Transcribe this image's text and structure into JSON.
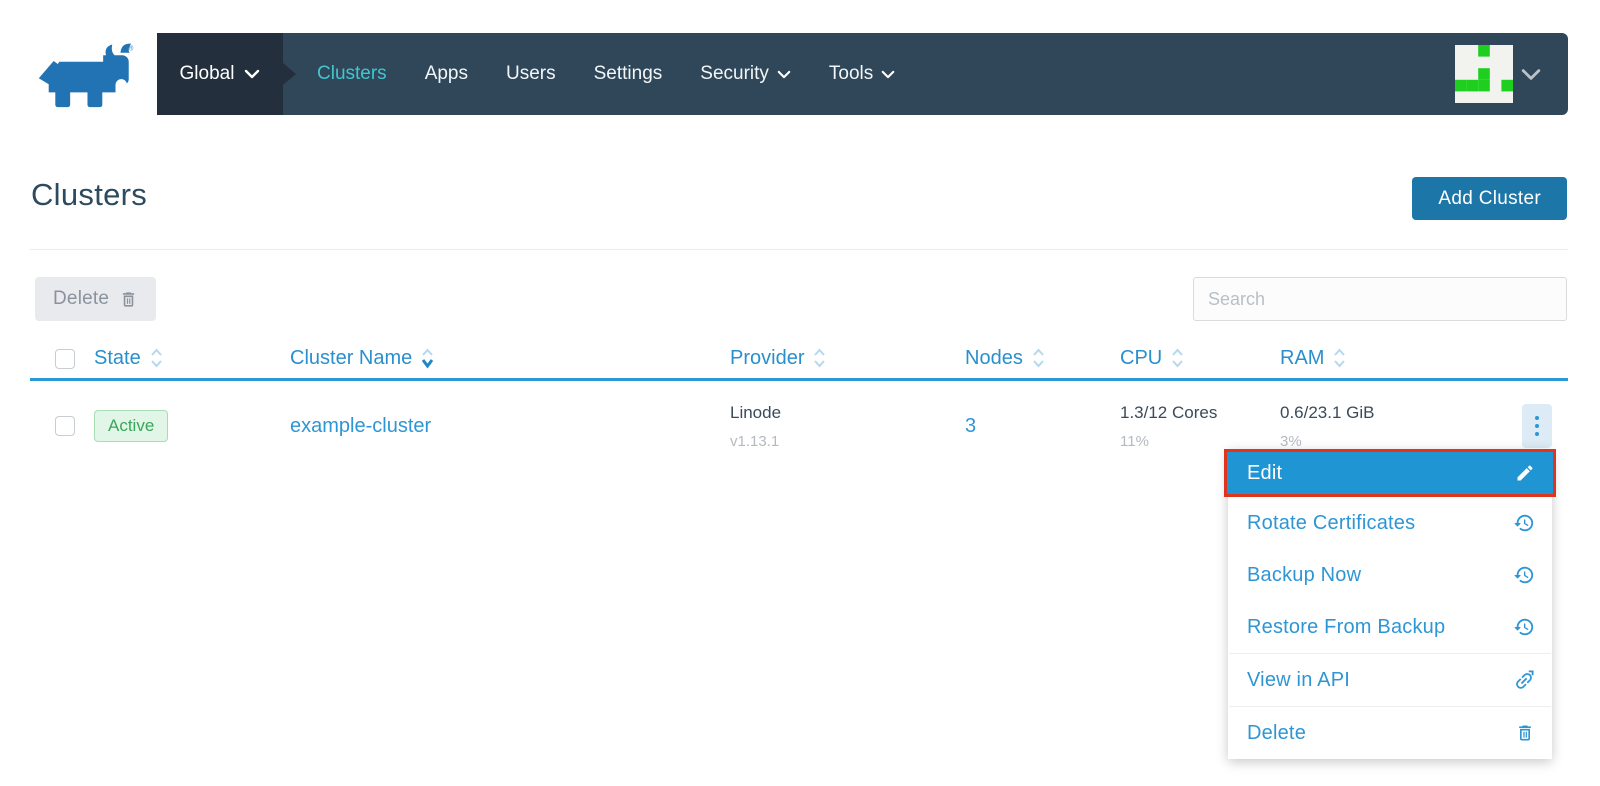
{
  "colors": {
    "nav_bg": "#2f4758",
    "nav_env_bg": "#232f3d",
    "nav_active_teal": "#42c5cf",
    "link_blue": "#2e96d4",
    "header_blue": "#2a8fce",
    "primary_button_blue": "#1d76a8",
    "menu_highlight_blue": "#1f95d4",
    "annotation_red": "#e0341e",
    "badge_green_text": "#3aa55c",
    "logo_blue": "#2273b4",
    "avatar_green": "#1fcf1f"
  },
  "navbar": {
    "env": "Global",
    "items": [
      "Clusters",
      "Apps",
      "Users",
      "Settings",
      "Security",
      "Tools"
    ]
  },
  "page": {
    "title": "Clusters",
    "add_button": "Add Cluster"
  },
  "toolbar": {
    "delete_button": "Delete",
    "search_placeholder": "Search"
  },
  "table": {
    "columns": [
      {
        "label": "State"
      },
      {
        "label": "Cluster Name",
        "sorted": "desc"
      },
      {
        "label": "Provider"
      },
      {
        "label": "Nodes"
      },
      {
        "label": "CPU"
      },
      {
        "label": "RAM"
      }
    ],
    "row": {
      "state": "Active",
      "name": "example-cluster",
      "provider": "Linode",
      "provider_version": "v1.13.1",
      "nodes": "3",
      "cpu": "1.3/12 Cores",
      "cpu_percent": "11%",
      "ram": "0.6/23.1 GiB",
      "ram_percent": "3%"
    }
  },
  "context_menu": {
    "items": [
      {
        "label": "Edit",
        "icon": "pencil-icon",
        "highlighted": true,
        "annotated_red_box": true
      },
      {
        "label": "Rotate Certificates",
        "icon": "history-icon"
      },
      {
        "label": "Backup Now",
        "icon": "history-icon"
      },
      {
        "label": "Restore From Backup",
        "icon": "history-icon"
      },
      {
        "label": "View in API",
        "icon": "api-link-icon"
      },
      {
        "label": "Delete",
        "icon": "trash-icon"
      }
    ]
  }
}
